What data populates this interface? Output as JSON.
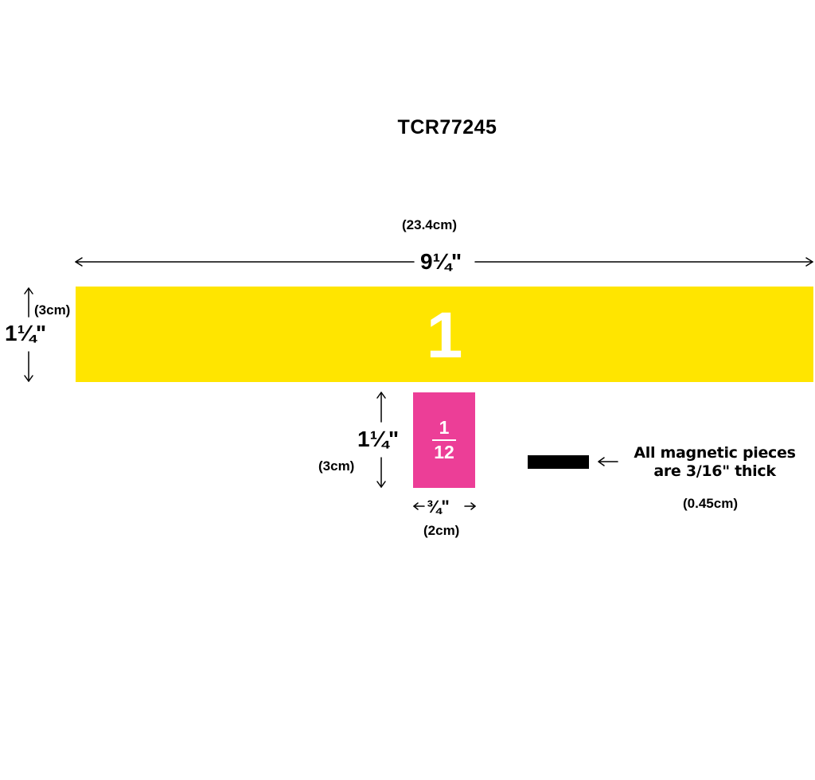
{
  "title": "TCR77245",
  "strip": {
    "length_in": "9¼\"",
    "length_cm": "(23.4cm)",
    "height_in": "1¼\"",
    "height_cm": "(3cm)",
    "label": "1",
    "color": "#FFE500"
  },
  "tile": {
    "numerator": "1",
    "denominator": "12",
    "height_in": "1¼\"",
    "height_cm": "(3cm)",
    "width_in": "¾\"",
    "width_cm": "(2cm)",
    "color": "#EC3E97"
  },
  "thickness": {
    "note_line1": "All magnetic pieces",
    "note_line2": "are 3/16\" thick",
    "note_cm": "(0.45cm)"
  }
}
